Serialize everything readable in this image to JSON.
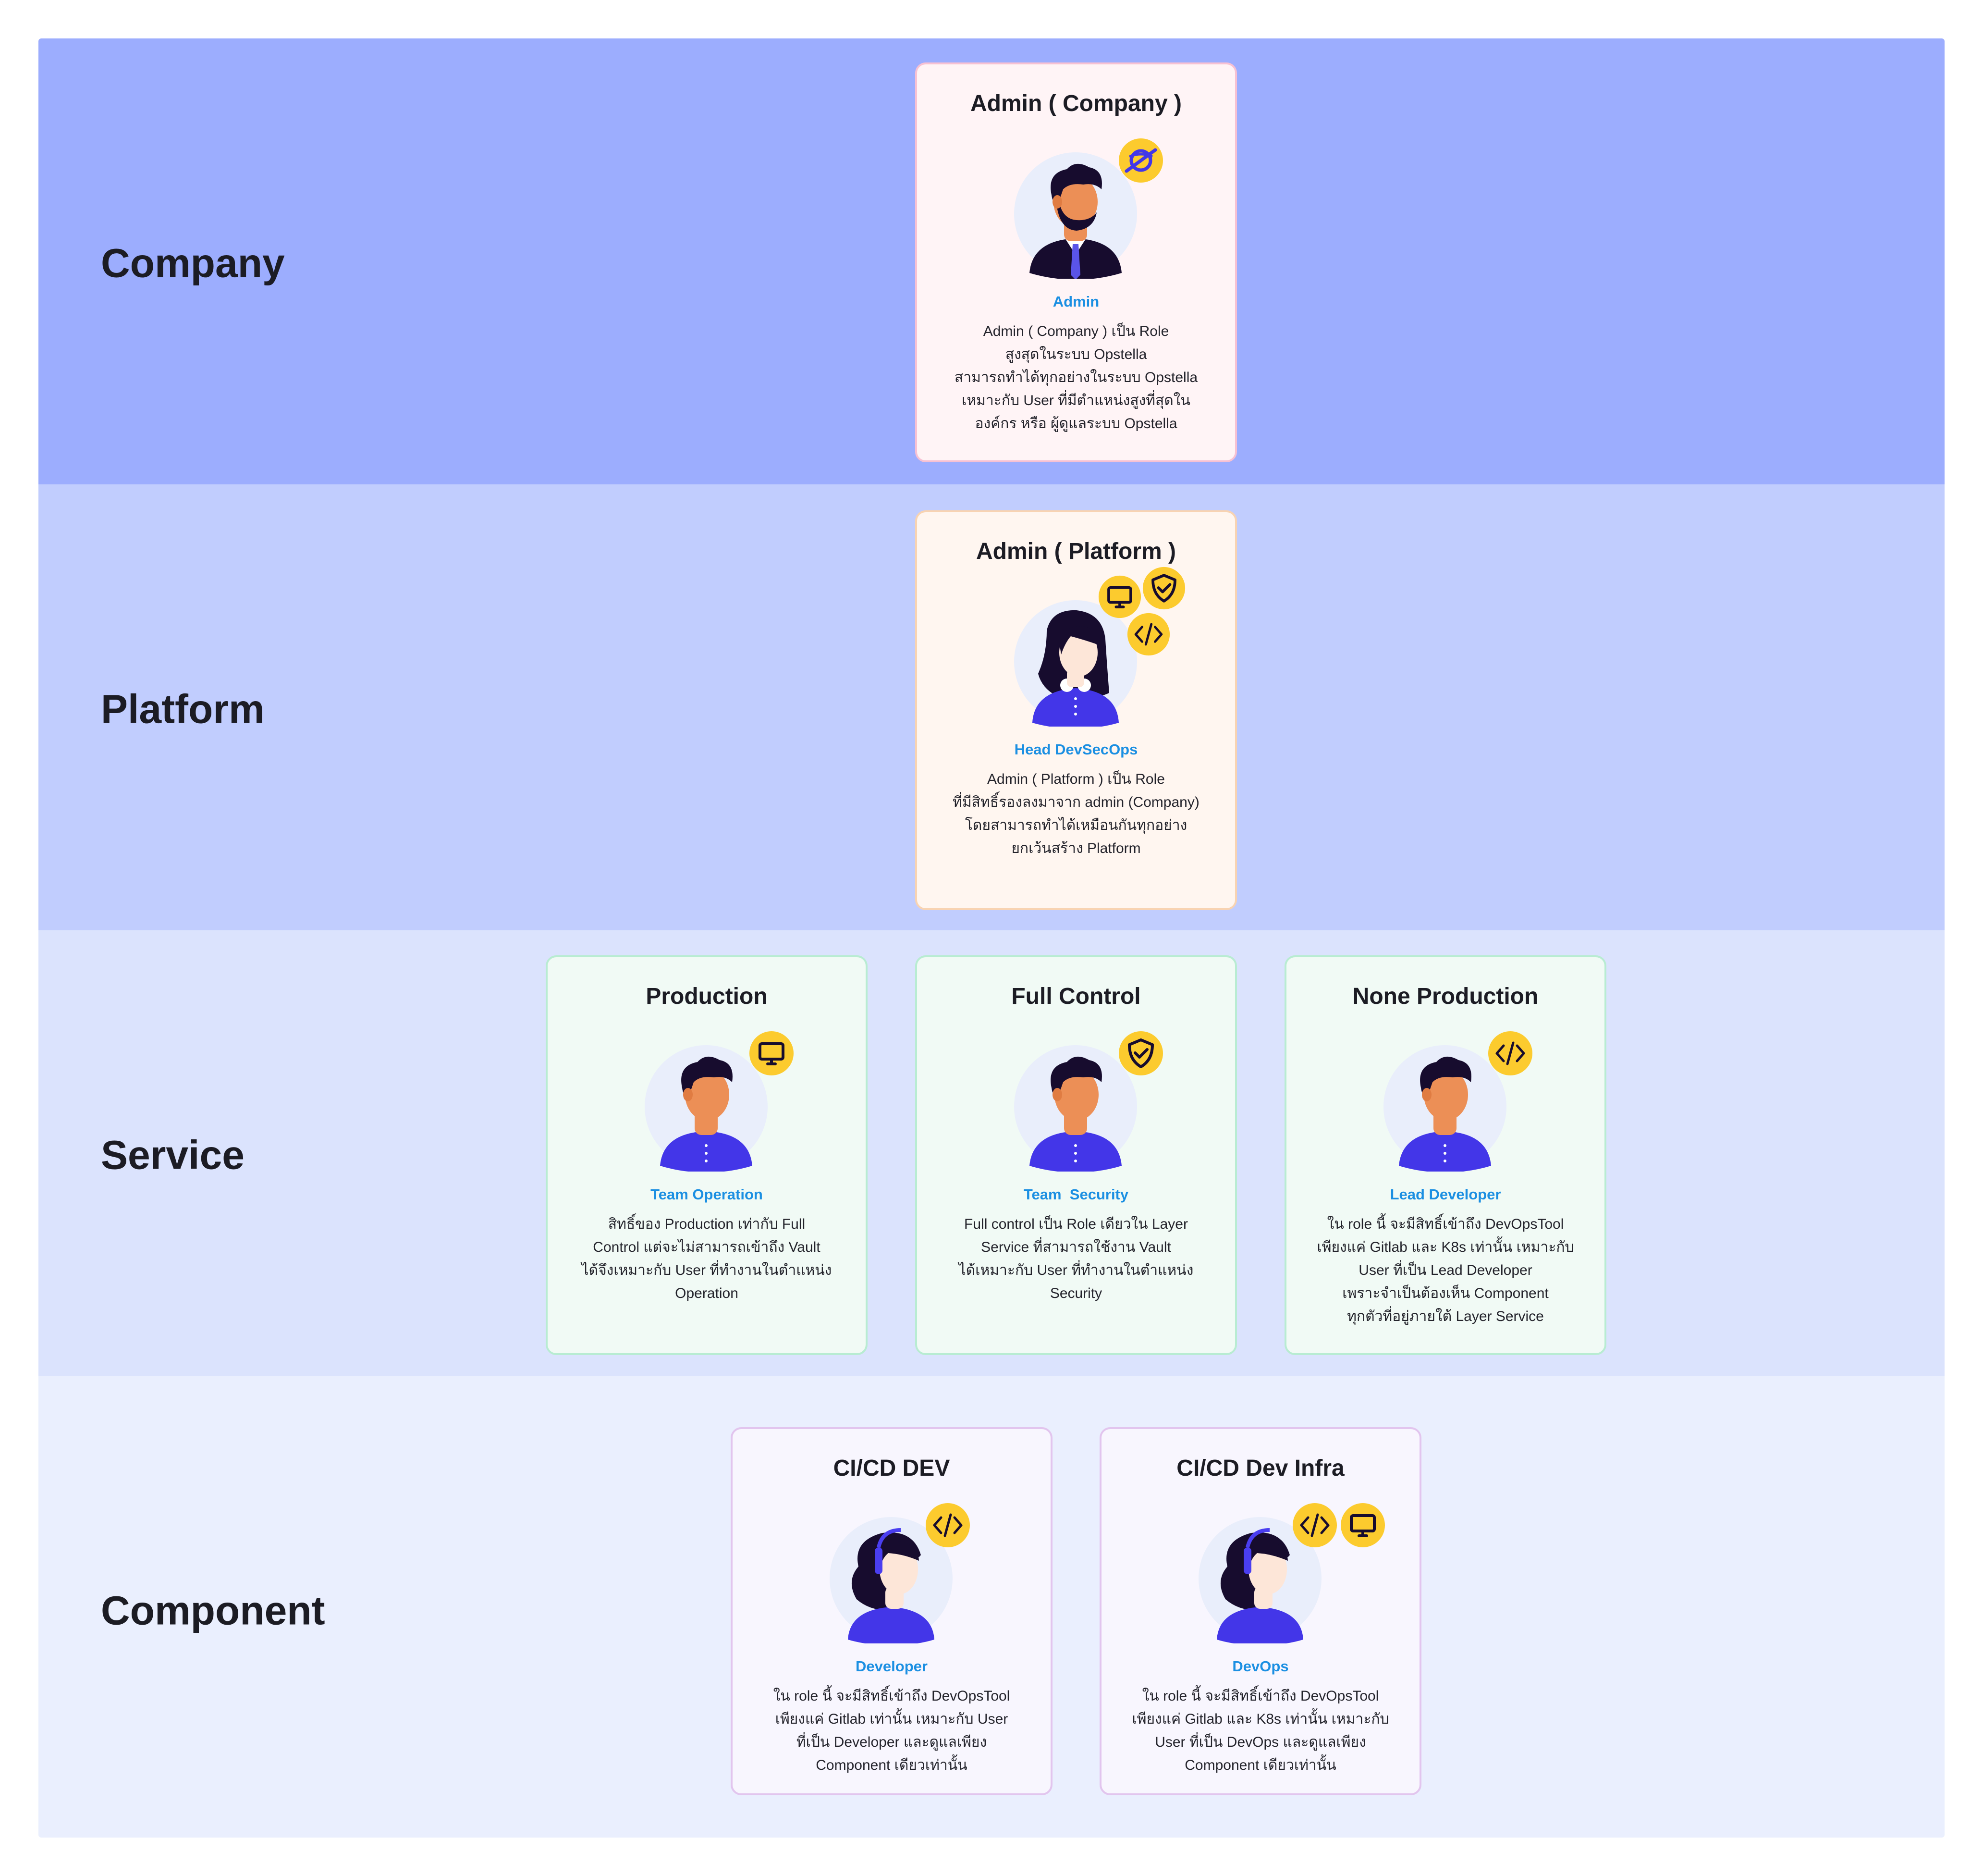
{
  "bands": {
    "company": "Company",
    "platform": "Platform",
    "service": "Service",
    "component": "Component"
  },
  "cards": {
    "admin_company": {
      "title": "Admin ( Company )",
      "role": "Admin",
      "desc": [
        "Admin ( Company ) เป็น Role",
        "สูงสุดในระบบ Opstella",
        "สามารถทำได้ทุกอย่างในระบบ Opstella",
        "เหมาะกับ User ที่มีตำแหน่งสูงที่สุดใน",
        "องค์กร หรือ ผู้ดูแลระบบ Opstella"
      ],
      "badges": [
        "opstella-icon"
      ]
    },
    "admin_platform": {
      "title": "Admin ( Platform )",
      "role": "Head DevSecOps",
      "desc": [
        "Admin ( Platform ) เป็น Role",
        "ที่มีสิทธิ์รองลงมาจาก admin (Company)",
        "โดยสามารถทำได้เหมือนกันทุกอย่าง",
        "ยกเว้นสร้าง Platform"
      ],
      "badges": [
        "monitor-icon",
        "shield-check-icon",
        "code-icon"
      ]
    },
    "production": {
      "title": "Production",
      "role": "Team Operation",
      "desc": [
        "สิทธิ์ของ Production เท่ากับ Full",
        "Control แต่จะไม่สามารถเข้าถึง Vault",
        "ได้จึงเหมาะกับ User ที่ทำงานในตำแหน่ง",
        "Operation"
      ],
      "badges": [
        "monitor-icon"
      ]
    },
    "full_control": {
      "title": "Full Control",
      "role": "Team  Security",
      "desc": [
        "Full control เป็น Role เดียวใน Layer",
        "Service ที่สามารถใช้งาน Vault",
        "ได้เหมาะกับ User ที่ทำงานในตำแหน่ง",
        "Security"
      ],
      "badges": [
        "shield-check-icon"
      ]
    },
    "none_production": {
      "title": "None Production",
      "role": "Lead Developer",
      "desc": [
        "ใน role นี้ จะมีสิทธิ์เข้าถึง DevOpsTool",
        "เพียงแค่ Gitlab และ K8s เท่านั้น เหมาะกับ",
        "User ที่เป็น Lead Developer",
        "เพราะจำเป็นต้องเห็น Component",
        "ทุกตัวที่อยู่ภายใต้ Layer Service"
      ],
      "badges": [
        "code-icon"
      ]
    },
    "cicd_dev": {
      "title": "CI/CD DEV",
      "role": "Developer",
      "desc": [
        "ใน role นี้ จะมีสิทธิ์เข้าถึง DevOpsTool",
        "เพียงแค่ Gitlab เท่านั้น เหมาะกับ User",
        "ที่เป็น Developer และดูแลเพียง",
        "Component เดียวเท่านั้น"
      ],
      "badges": [
        "code-icon"
      ]
    },
    "cicd_dev_infra": {
      "title": "CI/CD Dev Infra",
      "role": "DevOps",
      "desc": [
        "ใน role นี้ จะมีสิทธิ์เข้าถึง DevOpsTool",
        "เพียงแค่ Gitlab และ K8s เท่านั้น เหมาะกับ",
        "User ที่เป็น DevOps และดูแลเพียง",
        "Component เดียวเท่านั้น"
      ],
      "badges": [
        "code-icon",
        "monitor-icon"
      ]
    }
  },
  "colors": {
    "role_text": "#1b8fe2",
    "badge": "#fccb2e",
    "shirt": "#4336e8",
    "skin": "#ec8f56",
    "hair": "#170c2e"
  }
}
